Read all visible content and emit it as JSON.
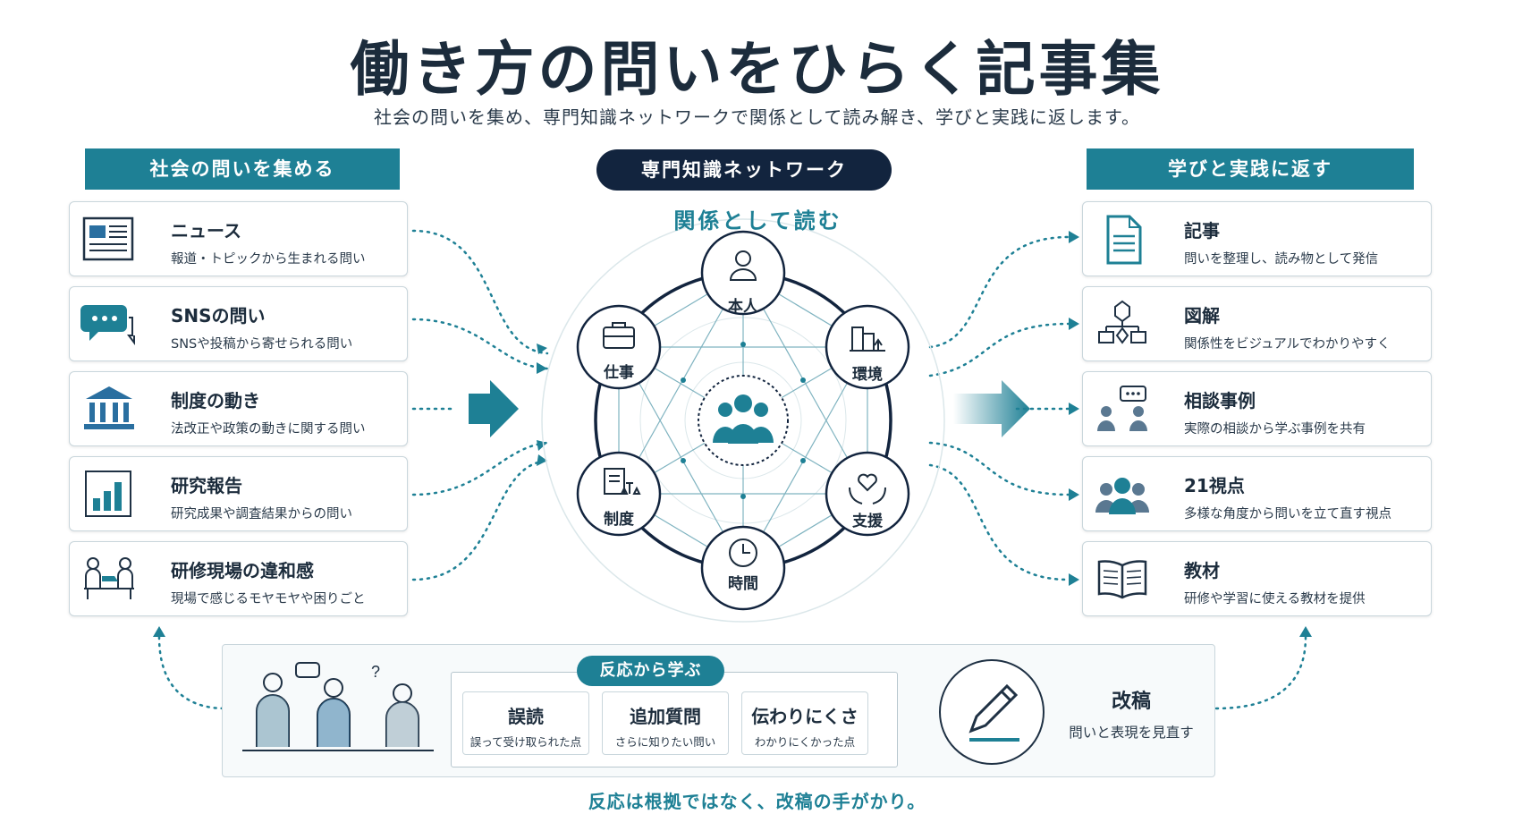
{
  "title": "働き方の問いをひらく記事集",
  "subtitle": "社会の問いを集め、専門知識ネットワークで関係として読み解き、学びと実践に返します。",
  "left": {
    "header": "社会の問いを集める",
    "items": [
      {
        "title": "ニュース",
        "desc": "報道・トピックから生まれる問い",
        "icon": "newspaper-icon"
      },
      {
        "title": "SNSの問い",
        "desc": "SNSや投稿から寄せられる問い",
        "icon": "chat-bubble-icon"
      },
      {
        "title": "制度の動き",
        "desc": "法改正や政策の動きに関する問い",
        "icon": "institution-icon"
      },
      {
        "title": "研究報告",
        "desc": "研究成果や調査結果からの問い",
        "icon": "bar-chart-icon"
      },
      {
        "title": "研修現場の違和感",
        "desc": "現場で感じるモヤモヤや困りごと",
        "icon": "meeting-people-icon"
      }
    ]
  },
  "center": {
    "header": "専門知識ネットワーク",
    "caption": "関係として読む",
    "nodes": [
      {
        "label": "本人",
        "icon": "person-icon"
      },
      {
        "label": "環境",
        "icon": "buildings-icon"
      },
      {
        "label": "支援",
        "icon": "heart-hands-icon"
      },
      {
        "label": "時間",
        "icon": "clock-icon"
      },
      {
        "label": "制度",
        "icon": "document-scale-icon"
      },
      {
        "label": "仕事",
        "icon": "briefcase-icon"
      }
    ],
    "hub_icon": "group-people-icon"
  },
  "right": {
    "header": "学びと実践に返す",
    "items": [
      {
        "title": "記事",
        "desc": "問いを整理し、読み物として発信",
        "icon": "document-icon"
      },
      {
        "title": "図解",
        "desc": "関係性をビジュアルでわかりやすく",
        "icon": "flow-diagram-icon"
      },
      {
        "title": "相談事例",
        "desc": "実際の相談から学ぶ事例を共有",
        "icon": "consultation-icon"
      },
      {
        "title": "21視点",
        "desc": "多様な角度から問いを立て直す視点",
        "icon": "people-group-icon"
      },
      {
        "title": "教材",
        "desc": "研修や学習に使える教材を提供",
        "icon": "open-book-icon"
      }
    ]
  },
  "bottom": {
    "learn_tag": "反応から学ぶ",
    "items": [
      {
        "title": "誤読",
        "desc": "誤って受け取られた点"
      },
      {
        "title": "追加質問",
        "desc": "さらに知りたい問い"
      },
      {
        "title": "伝わりにくさ",
        "desc": "わかりにくかった点"
      }
    ],
    "revise_title": "改稿",
    "revise_desc": "問いと表現を見直す",
    "footnote": "反応は根拠ではなく、改稿の手がかり。"
  },
  "colors": {
    "teal": "#1e8095",
    "navy": "#12243e",
    "accent_blue": "#2a6fa0"
  }
}
